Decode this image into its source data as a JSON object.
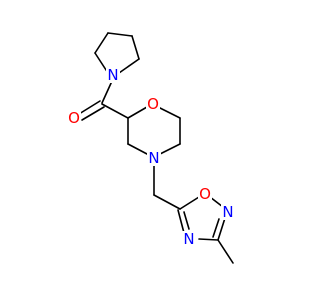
{
  "molecule": {
    "atoms": [
      {
        "id": "N1",
        "symbol": "N",
        "label": "N",
        "color": "#0000ff"
      },
      {
        "id": "O1",
        "symbol": "O",
        "label": "O",
        "color": "#ff0000"
      },
      {
        "id": "O2",
        "symbol": "O",
        "label": "O",
        "color": "#ff0000"
      },
      {
        "id": "N2",
        "symbol": "N",
        "label": "N",
        "color": "#0000ff"
      },
      {
        "id": "O3",
        "symbol": "O",
        "label": "O",
        "color": "#ff0000"
      },
      {
        "id": "N3",
        "symbol": "N",
        "label": "N",
        "color": "#0000ff"
      },
      {
        "id": "N4",
        "symbol": "N",
        "label": "N",
        "color": "#0000ff"
      }
    ],
    "bond_color": "#000000",
    "groups": [
      "pyrrolidine-ring",
      "carbonyl",
      "morpholine-ring",
      "methylene-linker",
      "oxadiazole-ring",
      "methyl"
    ]
  }
}
